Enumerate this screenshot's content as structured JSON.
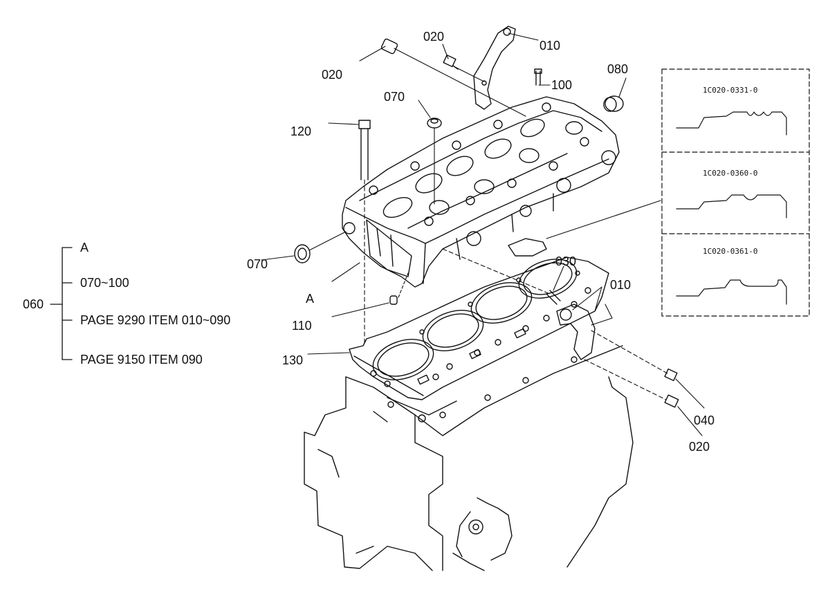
{
  "callouts": {
    "c010_top": "010",
    "c020_top": "020",
    "c020_left": "020",
    "c100": "100",
    "c080": "080",
    "c070_top": "070",
    "c120": "120",
    "c070_left": "070",
    "c_a": "A",
    "c110": "110",
    "c130": "130",
    "c030": "030",
    "c010_right": "010",
    "c040": "040",
    "c020_bottom": "020"
  },
  "tree": {
    "root": "060",
    "branches": [
      "A",
      "070~100",
      "PAGE 9290 ITEM 010~090",
      "PAGE 9150 ITEM 090"
    ]
  },
  "inset": {
    "variants": [
      {
        "code": "1C020-0331-0"
      },
      {
        "code": "1C020-0360-0"
      },
      {
        "code": "1C020-0361-0"
      }
    ]
  }
}
